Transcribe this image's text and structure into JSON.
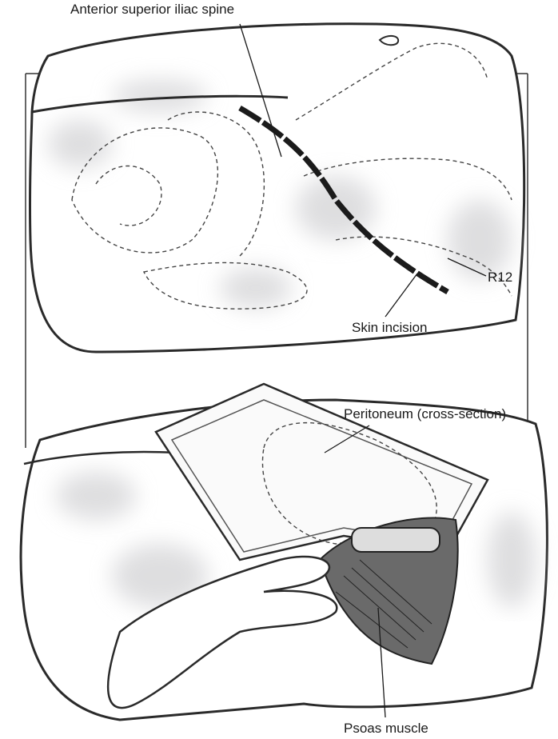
{
  "labels": {
    "asis": "Anterior superior iliac spine",
    "r12": "R12",
    "skin_incision": "Skin incision",
    "peritoneum": "Peritoneum (cross-section)",
    "psoas": "Psoas muscle"
  },
  "colors": {
    "ink": "#2a2a2a",
    "shade": "#d6d6d8",
    "incision": "#1b1b1b"
  }
}
